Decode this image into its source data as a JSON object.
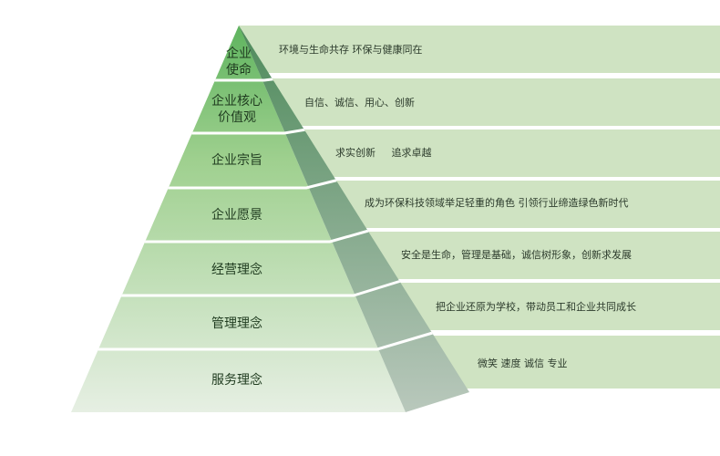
{
  "pyramid": {
    "tiers": [
      {
        "label": "企业\n使命",
        "description": "环境与生命共存 环保与健康同在"
      },
      {
        "label": "企业核心\n价值观",
        "description": "自信、诚信、用心、创新"
      },
      {
        "label": "企业宗旨",
        "description": "求实创新     追求卓越"
      },
      {
        "label": "企业愿景",
        "description": "成为环保科技领域举足轻重的角色  引领行业缔造绿色新时代"
      },
      {
        "label": "经营理念",
        "description": "安全是生命，管理是基础，诚信树形象，创新求发展"
      },
      {
        "label": "管理理念",
        "description": "把企业还原为学校，带动员工和企业共同成长"
      },
      {
        "label": "服务理念",
        "description": "微笑 速度 诚信 专业"
      }
    ],
    "colors": {
      "bar": "#cfe3c2",
      "front_top": "#5fb45f",
      "front_bottom": "#e6efe3",
      "side_top": "#4e8a5b",
      "side_bottom": "#b9c8bc",
      "divider": "#ffffff"
    }
  }
}
